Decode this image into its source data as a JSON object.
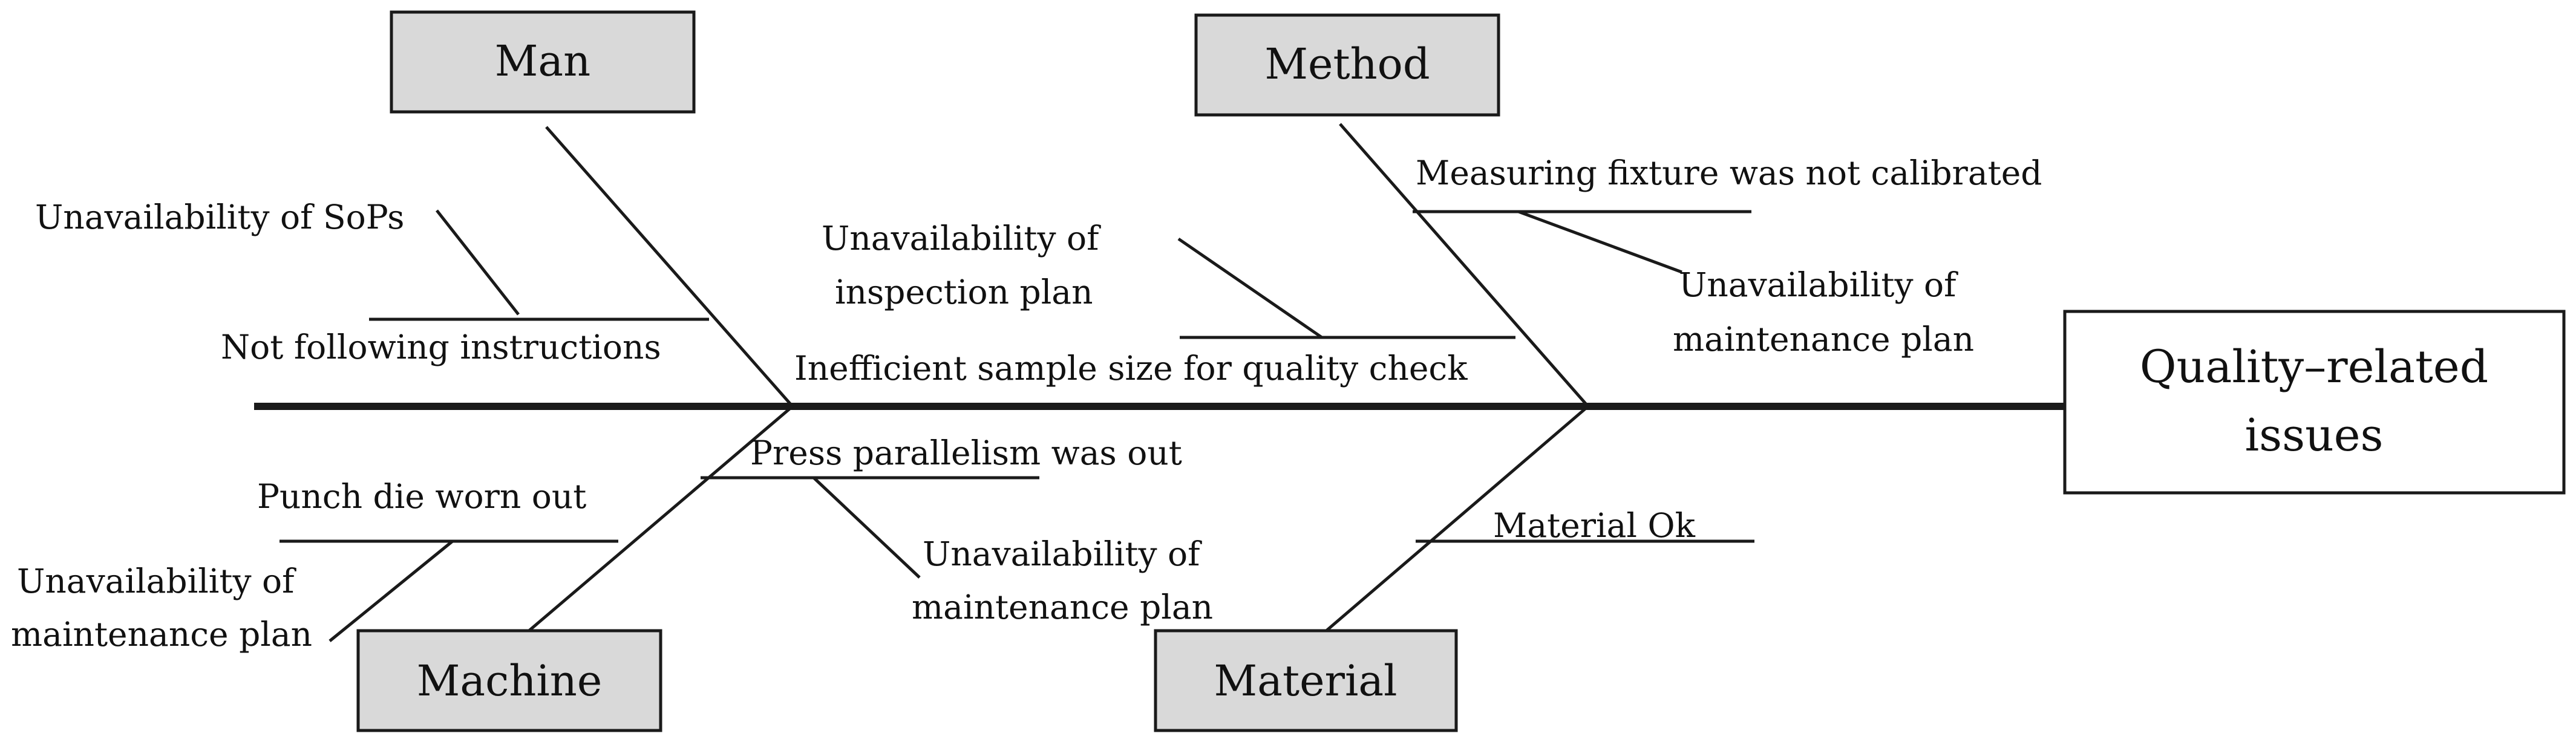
{
  "effect": {
    "line1": "Quality–related",
    "line2": "issues"
  },
  "categories": {
    "man": "Man",
    "method": "Method",
    "machine": "Machine",
    "material": "Material"
  },
  "causes": {
    "man": {
      "sops": "Unavailability of SoPs",
      "instructions": "Not following instructions"
    },
    "method": {
      "inspection_line1": "Unavailability of",
      "inspection_line2": "inspection plan",
      "sample_size": "Inefficient sample size for quality check",
      "fixture": "Measuring fixture was not calibrated",
      "maintenance_line1": "Unavailability of",
      "maintenance_line2": "maintenance plan"
    },
    "machine": {
      "punch_die": "Punch die worn out",
      "maintenance_line1": "Unavailability of",
      "maintenance_line2": "maintenance plan",
      "press_parallelism": "Press parallelism was out",
      "press_maintenance_line1": "Unavailability of",
      "press_maintenance_line2": "maintenance plan"
    },
    "material": {
      "material_ok": "Material Ok"
    }
  }
}
